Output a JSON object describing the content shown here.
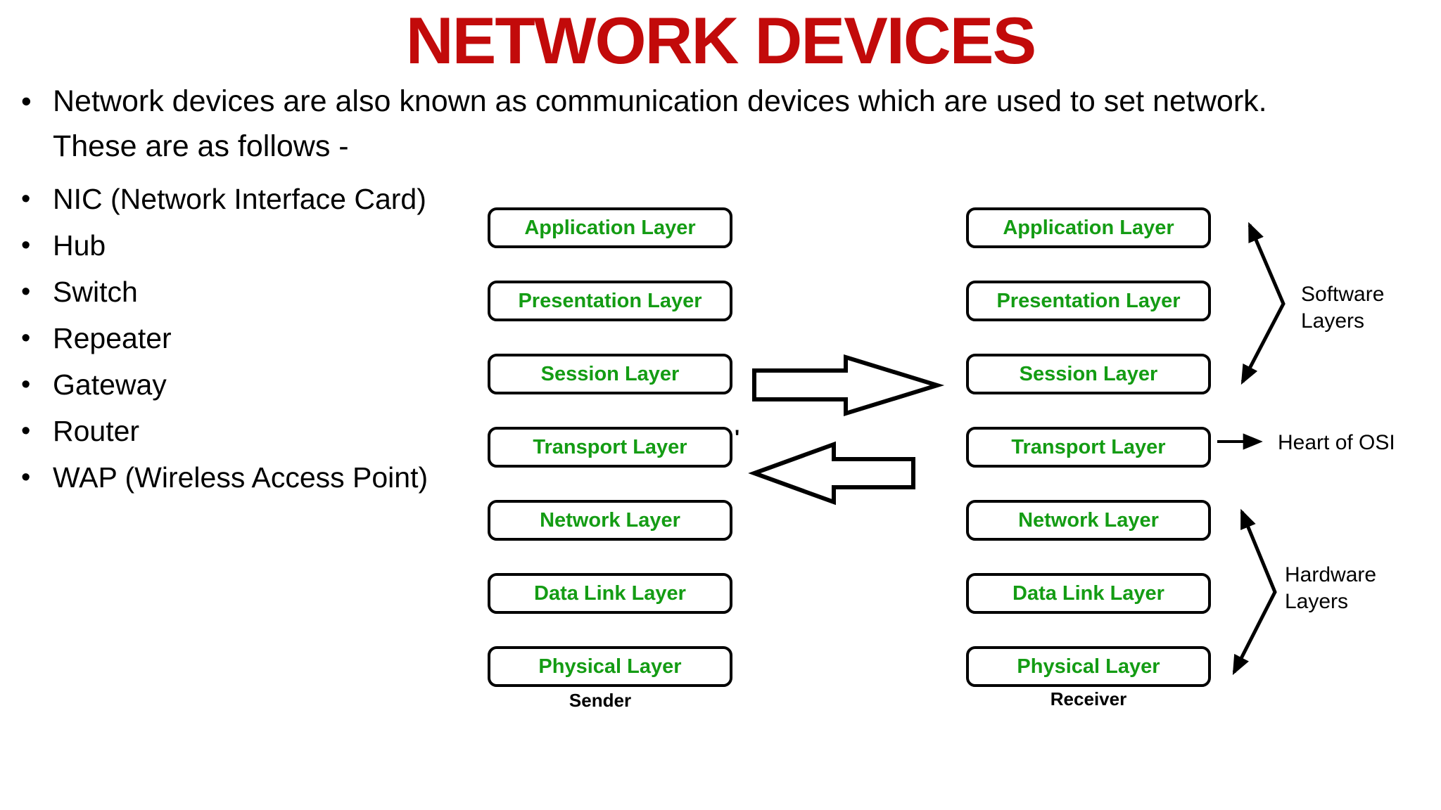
{
  "title": "NETWORK DEVICES",
  "bullet_char": "•",
  "intro_text": "Network devices are also known as communication devices which are used to set network. These are as follows  -",
  "devices": [
    "NIC (Network Interface Card)",
    "Hub",
    "Switch",
    "Repeater",
    "Gateway",
    "Router",
    "WAP (Wireless Access Point)"
  ],
  "diagram": {
    "layers": [
      "Application Layer",
      "Presentation Layer",
      "Session Layer",
      "Transport Layer",
      "Network Layer",
      "Data Link Layer",
      "Physical Layer"
    ],
    "sender_caption": "Sender",
    "receiver_caption": "Receiver",
    "software_layers_label": "Software Layers",
    "hardware_layers_label": "Hardware Layers",
    "heart_of_osi_label": "Heart of OSI",
    "stray_mark": "'"
  },
  "colors": {
    "title_red": "#c20a0a",
    "layer_green": "#149c14",
    "ink_black": "#000000"
  }
}
